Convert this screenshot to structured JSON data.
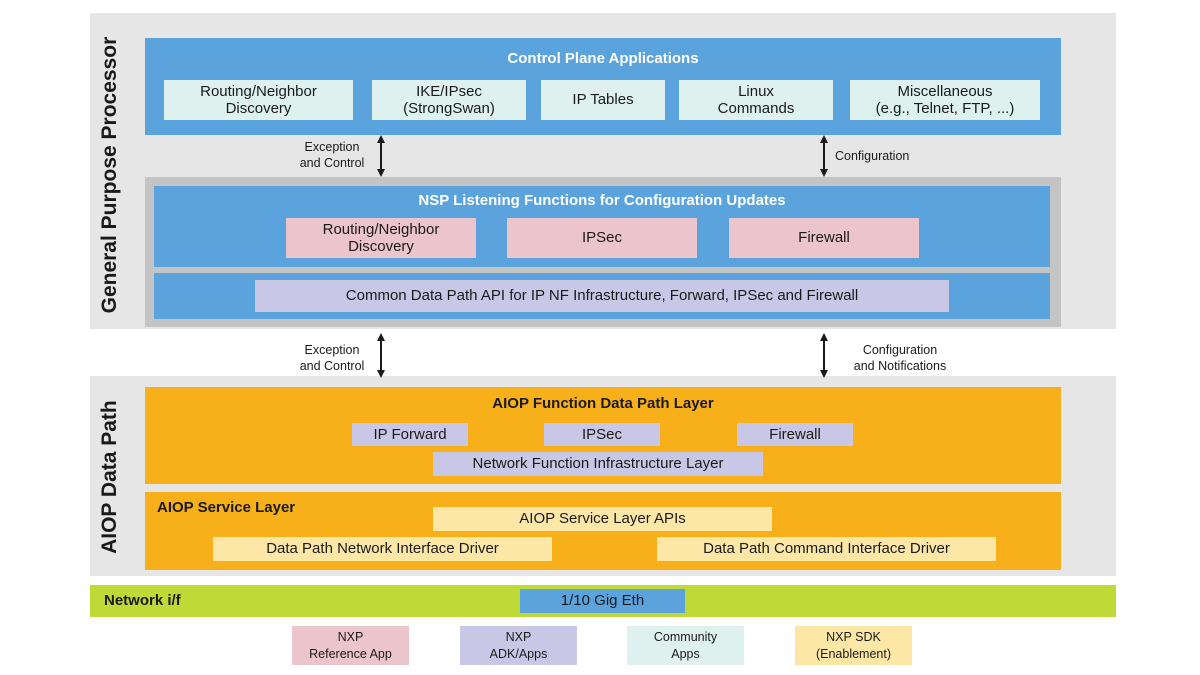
{
  "gpp_label": "General Purpose Processor",
  "aiop_label": "AIOP Data Path",
  "control_plane": {
    "title": "Control Plane Applications",
    "items": [
      "Routing/Neighbor\nDiscovery",
      "IKE/IPsec\n(StrongSwan)",
      "IP Tables",
      "Linux\nCommands",
      "Miscellaneous\n(e.g., Telnet, FTP, ...)"
    ]
  },
  "arrows_upper": {
    "left": "Exception\nand Control",
    "right": "Configuration"
  },
  "nsp": {
    "title": "NSP Listening Functions for Configuration Updates",
    "items": [
      "Routing/Neighbor\nDiscovery",
      "IPSec",
      "Firewall"
    ],
    "api": "Common Data Path API for IP NF Infrastructure, Forward, IPSec and Firewall"
  },
  "arrows_lower": {
    "left": "Exception\nand Control",
    "right": "Configuration\nand Notifications"
  },
  "aiop_function": {
    "title": "AIOP Function Data Path Layer",
    "items": [
      "IP Forward",
      "IPSec",
      "Firewall"
    ],
    "infra": "Network Function Infrastructure Layer"
  },
  "aiop_service": {
    "title": "AIOP Service Layer",
    "apis": "AIOP Service Layer  APIs",
    "drivers": [
      "Data Path Network Interface Driver",
      "Data Path Command Interface Driver"
    ]
  },
  "network": {
    "label": "Network i/f",
    "eth": "1/10 Gig Eth"
  },
  "legend": [
    {
      "label": "NXP\nReference App",
      "color": "#ecc4cc"
    },
    {
      "label": "NXP\nADK/Apps",
      "color": "#c8c8e6"
    },
    {
      "label": "Community\nApps",
      "color": "#dff1ee"
    },
    {
      "label": "NXP SDK\n(Enablement)",
      "color": "#fde7a7"
    }
  ],
  "colors": {
    "blue": "#5aa3dd",
    "orange": "#f8b01a",
    "green": "#bfd936",
    "gray": "#e6e6e6"
  }
}
